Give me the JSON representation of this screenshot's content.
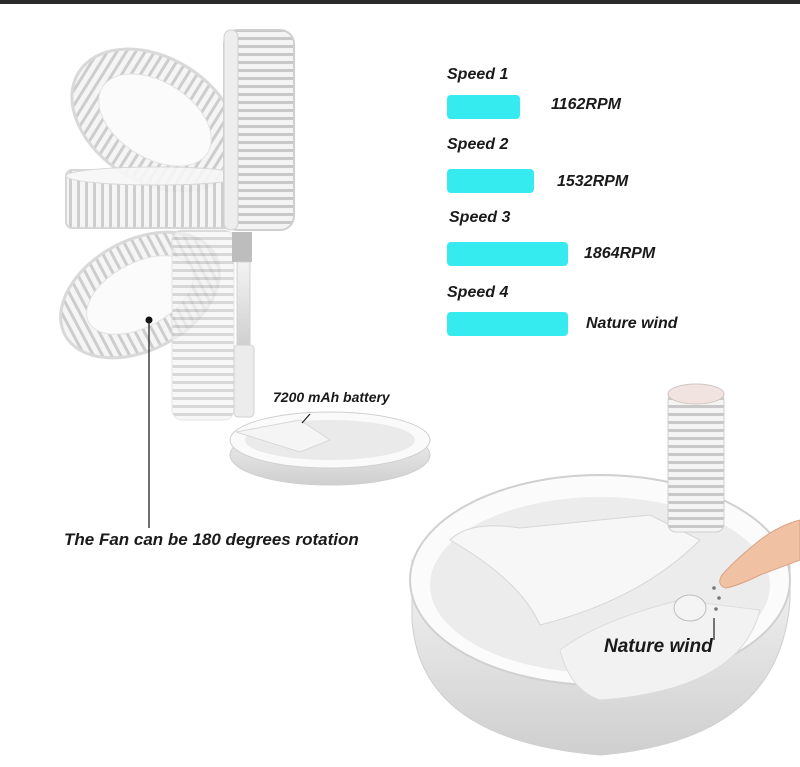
{
  "speeds": [
    {
      "title": "Speed 1",
      "value": "1162RPM"
    },
    {
      "title": "Speed 2",
      "value": "1532RPM"
    },
    {
      "title": "Speed 3",
      "value": "1864RPM"
    },
    {
      "title": "Speed 4",
      "value": "Nature wind"
    }
  ],
  "bar_color": "#35EBF0",
  "captions": {
    "battery": "7200 mAh battery",
    "rotation": "The Fan can be 180 degrees rotation",
    "nature_wind": "Nature wind"
  }
}
